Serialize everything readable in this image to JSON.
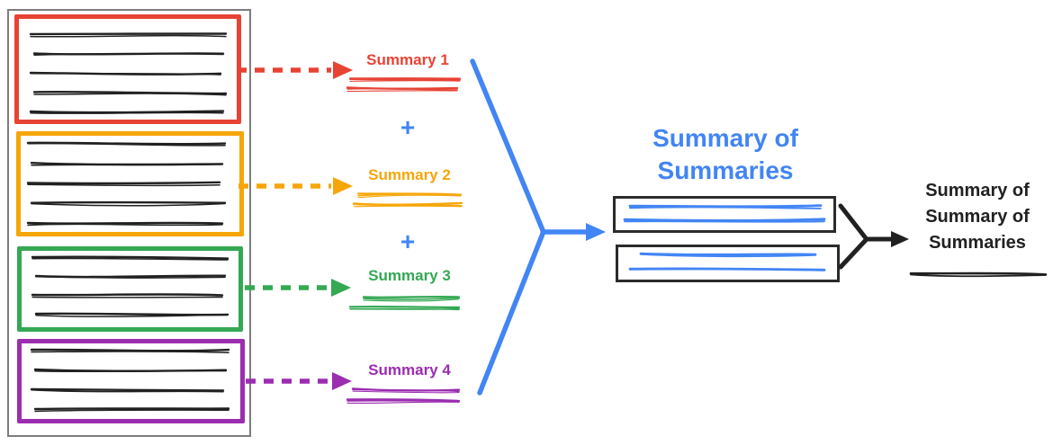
{
  "colors": {
    "red": "#e74334",
    "orange": "#f6a609",
    "green": "#34a853",
    "purple": "#9b2db0",
    "blue": "#4285f4",
    "ink": "#212121",
    "panel_border": "#7d7d7d",
    "merge_box_border": "#2b2b2b"
  },
  "source_panel": {
    "documents": [
      {
        "name": "document-1",
        "color": "red",
        "text_lines": 5
      },
      {
        "name": "document-2",
        "color": "orange",
        "text_lines": 5
      },
      {
        "name": "document-3",
        "color": "green",
        "text_lines": 4
      },
      {
        "name": "document-4",
        "color": "purple",
        "text_lines": 4
      }
    ]
  },
  "summaries": [
    {
      "label": "Summary 1",
      "color": "red",
      "scribble_lines": 2
    },
    {
      "label": "Summary 2",
      "color": "orange",
      "scribble_lines": 2
    },
    {
      "label": "Summary 3",
      "color": "green",
      "scribble_lines": 2
    },
    {
      "label": "Summary 4",
      "color": "purple",
      "scribble_lines": 2
    }
  ],
  "plus_label": "+",
  "merge": {
    "title": "Summary of Summaries",
    "box_count": 2,
    "scribble_lines_per_box": 2
  },
  "final": {
    "label": "Summary of Summary of Summaries",
    "scribble_lines": 1
  }
}
